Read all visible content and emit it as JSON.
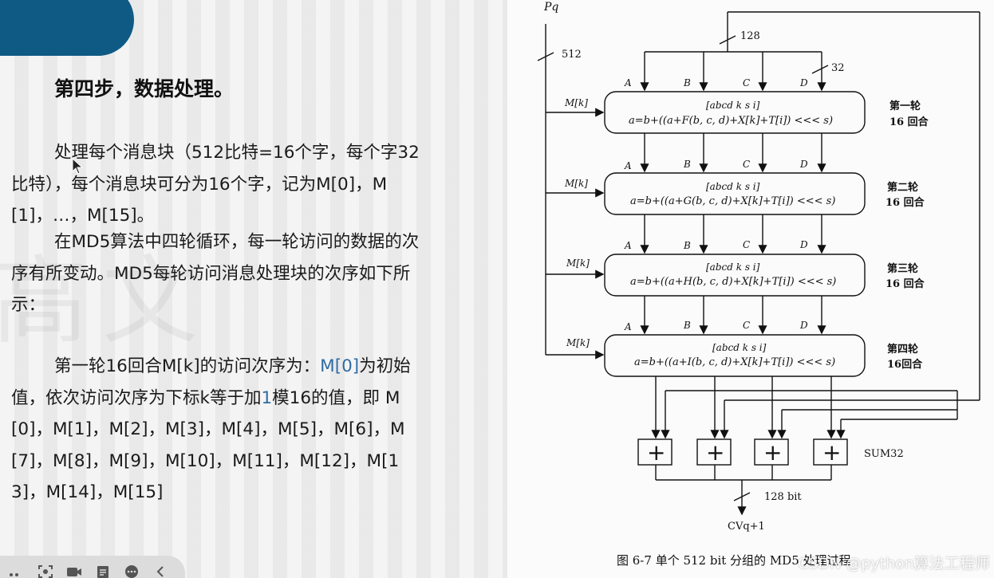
{
  "slide": {
    "title": "第四步，数据处理。",
    "para1": "处理每个消息块（512比特=16个字，每个字32比特），每个消息块可分为16个字，记为M[0]，M[1]，…，M[15]。",
    "para2": "在MD5算法中四轮循环，每一轮访问的数据的次序有所变动。MD5每轮访问消息处理块的次序如下所示：",
    "para3_a": "第一轮16回合M[k]的访问次序为：",
    "para3_hl1": "M[0]",
    "para3_b": "为初始值，依次访问次序为下标k等于加",
    "para3_hl2": "1",
    "para3_c": "模16的值，即 M[0]，M[1]，M[2]，M[3]，M[4]，M[5]，M[6]，M[7]，M[8]，M[9]，M[10]，M[11]，M[12]，M[13]，M[14]，M[15]",
    "watermark": "高 文"
  },
  "toolbar": {
    "icons": [
      "more-icon",
      "screenshot-icon",
      "video-icon",
      "document-icon",
      "chat-icon",
      "collapse-arrow-icon"
    ]
  },
  "figure": {
    "pq": "Pq",
    "w128": "128",
    "w512": "512",
    "w32": "32",
    "labels": [
      "A",
      "B",
      "C",
      "D"
    ],
    "mk": "M[k]",
    "box_top": "[abcd k s  i]",
    "rounds": [
      {
        "formula": "a=b+((a+F(b, c, d)+X[k]+T[i]) <<< s)",
        "name": "第一轮",
        "sub": "16 回合"
      },
      {
        "formula": "a=b+((a+G(b, c, d)+X[k]+T[i]) <<< s)",
        "name": "第二轮",
        "sub": "16 回合"
      },
      {
        "formula": "a=b+((a+H(b, c, d)+X[k]+T[i]) <<< s)",
        "name": "第三轮",
        "sub": "16 回合"
      },
      {
        "formula": "a=b+((a+I(b, c, d)+X[k]+T[i]) <<< s)",
        "name": "第四轮",
        "sub": "16回合"
      }
    ],
    "plus": "+",
    "sum": "SUM32",
    "out_bits": "128 bit",
    "cv": "CVq+1",
    "caption": "图 6-7   单个 512 bit 分组的 MD5 处理过程"
  },
  "csdn_watermark": "CSDN @python算法工程师"
}
